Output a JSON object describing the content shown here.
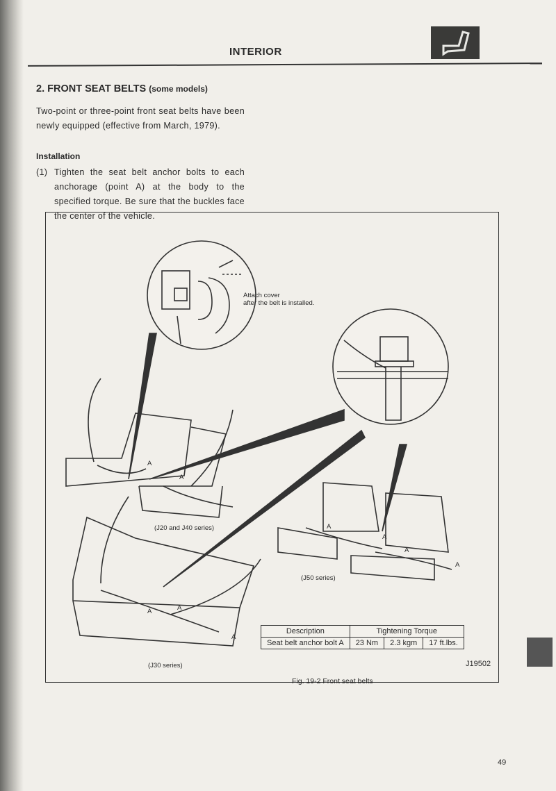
{
  "header": {
    "section": "INTERIOR",
    "icon": "seat-icon"
  },
  "heading": {
    "number": "2.",
    "title": "FRONT SEAT BELTS",
    "qualifier": "(some models)"
  },
  "intro": "Two-point or three-point front seat belts have been newly equipped (effective from March, 1979).",
  "installation": {
    "title": "Installation",
    "steps": [
      {
        "num": "(1)",
        "text": "Tighten the seat belt anchor bolts to each anchorage (point A) at the body to the specified torque.  Be sure that the buckles face the center of the vehicle."
      }
    ]
  },
  "figure": {
    "callout_line1": "Attach cover",
    "callout_line2": "after the belt is installed.",
    "point_label": "A",
    "series": [
      "(J20 and J40 series)",
      "(J50 series)",
      "(J30 series)"
    ],
    "code": "J19502",
    "caption": "Fig. 19-2 Front seat belts",
    "table": {
      "headers": [
        "Description",
        "Tightening Torque"
      ],
      "rows": [
        [
          "Seat belt anchor bolt A",
          "23 Nm",
          "2.3 kgm",
          "17 ft.lbs."
        ]
      ]
    }
  },
  "page_number": "49"
}
